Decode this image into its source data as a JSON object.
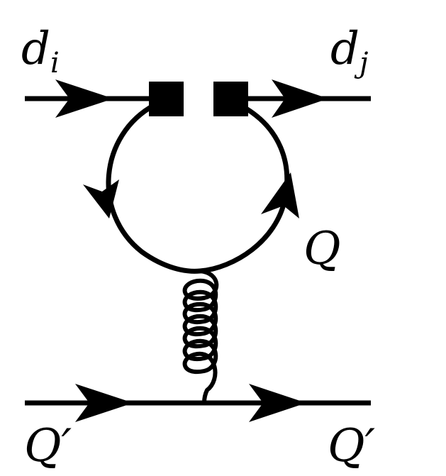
{
  "labels": {
    "incoming_quark": {
      "main": "d",
      "sub": "i"
    },
    "outgoing_quark": {
      "main": "d",
      "sub": "j"
    },
    "loop_quark": "Q",
    "incoming_spectator": "Q′",
    "outgoing_spectator": "Q′"
  },
  "colors": {
    "line": "#000000",
    "background": "#ffffff"
  }
}
